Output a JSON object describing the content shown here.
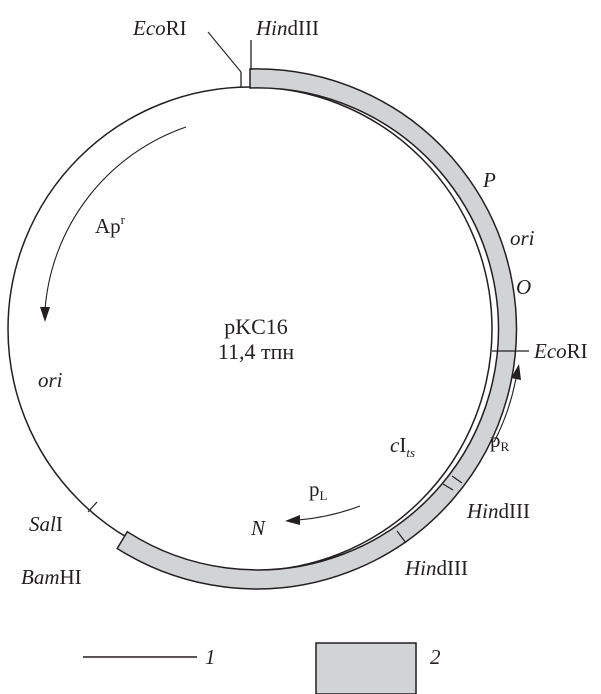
{
  "plasmid": {
    "name": "pKC16",
    "size": "11,4 тпн"
  },
  "restriction_sites": {
    "ecori_top": {
      "italic": "Eco",
      "roman": "RI"
    },
    "hindiii_top": {
      "italic": "Hin",
      "roman": "dIII"
    },
    "ecori_right": {
      "italic": "Eco",
      "roman": "RI"
    },
    "hindiii_right1": {
      "italic": "Hin",
      "roman": "dIII"
    },
    "hindiii_right2": {
      "italic": "Hin",
      "roman": "dIII"
    },
    "sali": {
      "italic": "Sal",
      "roman": "I"
    },
    "bamhi": {
      "italic": "Bam",
      "roman": "HI"
    }
  },
  "genes": {
    "P": "P",
    "ori_right": "ori",
    "O": "O",
    "ori_left": "ori",
    "N": "N",
    "ci_main": "c",
    "ci_roman": "I",
    "ci_sub": "ts"
  },
  "promoters": {
    "amp_base": "Ap",
    "amp_sup": "r",
    "pR_base": "p",
    "pR_sub": "R",
    "pL_base": "p",
    "pL_sub": "L"
  },
  "legend": {
    "item1": "1",
    "item2": "2"
  },
  "colors": {
    "lambda_segment": "#d1d3d4",
    "line": "#231f20"
  }
}
